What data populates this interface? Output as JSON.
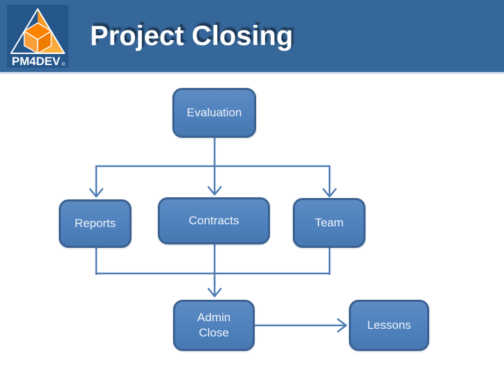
{
  "header": {
    "title": "Project Closing",
    "logo": {
      "brand": "PM4DEV",
      "registered": "®"
    }
  },
  "diagram": {
    "nodes": [
      {
        "id": "evaluation",
        "label": "Evaluation"
      },
      {
        "id": "reports",
        "label": "Reports"
      },
      {
        "id": "contracts",
        "label": "Contracts"
      },
      {
        "id": "team",
        "label": "Team"
      },
      {
        "id": "admin-close",
        "label": "Admin\nClose"
      },
      {
        "id": "lessons",
        "label": "Lessons"
      }
    ],
    "edges": [
      {
        "from": "evaluation",
        "to": "reports"
      },
      {
        "from": "evaluation",
        "to": "contracts"
      },
      {
        "from": "evaluation",
        "to": "team"
      },
      {
        "from": "reports",
        "to": "admin-close"
      },
      {
        "from": "contracts",
        "to": "admin-close"
      },
      {
        "from": "team",
        "to": "admin-close"
      },
      {
        "from": "admin-close",
        "to": "lessons"
      }
    ],
    "colors": {
      "header_bg": "#36679a",
      "header_separator": "#cfe0ee",
      "logo_bg": "#26578b",
      "logo_orange": "#f58220",
      "node_fill": "#4f81bd",
      "node_border": "#3b6191",
      "connector": "#4e7eb4",
      "title_text": "#ffffff",
      "node_text": "#eef4fb"
    }
  }
}
